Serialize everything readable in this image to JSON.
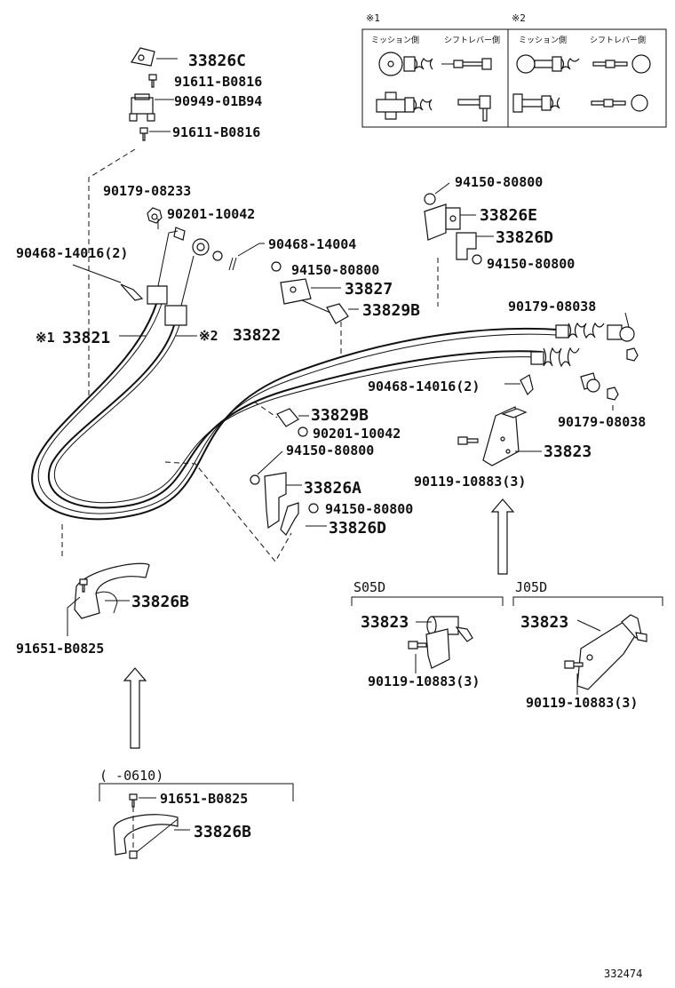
{
  "diagram": {
    "code": "332474",
    "box1": {
      "mark": "※1",
      "col_left": "ミッション側",
      "col_right": "シフトレバー側"
    },
    "box2": {
      "mark": "※2",
      "col_left": "ミッション側",
      "col_right": "シフトレバー側"
    },
    "labels": {
      "p33826C": "33826C",
      "p91611a": "91611-B0816",
      "p90949": "90949-01B94",
      "p91611b": "91611-B0816",
      "p90179a": "90179-08233",
      "p90201a": "90201-10042",
      "p90468a": "90468-14016(2)",
      "p90468b": "90468-14004",
      "p94150a": "94150-80800",
      "p33827": "33827",
      "p33829Ba": "33829B",
      "mark1": "※1",
      "p33821": "33821",
      "mark2": "※2",
      "p33822": "33822",
      "p94150b": "94150-80800",
      "p33826E": "33826E",
      "p33826Da": "33826D",
      "p94150c": "94150-80800",
      "p90179b": "90179-08038",
      "p90468c": "90468-14016(2)",
      "p90179c": "90179-08038",
      "p33829Bb": "33829B",
      "p90201b": "90201-10042",
      "p94150d": "94150-80800",
      "p33826A": "33826A",
      "p94150e": "94150-80800",
      "p33826Db": "33826D",
      "p33823a": "33823",
      "p90119a": "90119-10883(3)",
      "p33826Ba": "33826B",
      "p91651a": "91651-B0825",
      "s05d": "S05D",
      "j05d": "J05D",
      "p33823b": "33823",
      "p90119b": "90119-10883(3)",
      "p33823c": "33823",
      "p90119c": "90119-10883(3)",
      "range": "(   -0610)",
      "p91651b": "91651-B0825",
      "p33826Bb": "33826B"
    }
  }
}
